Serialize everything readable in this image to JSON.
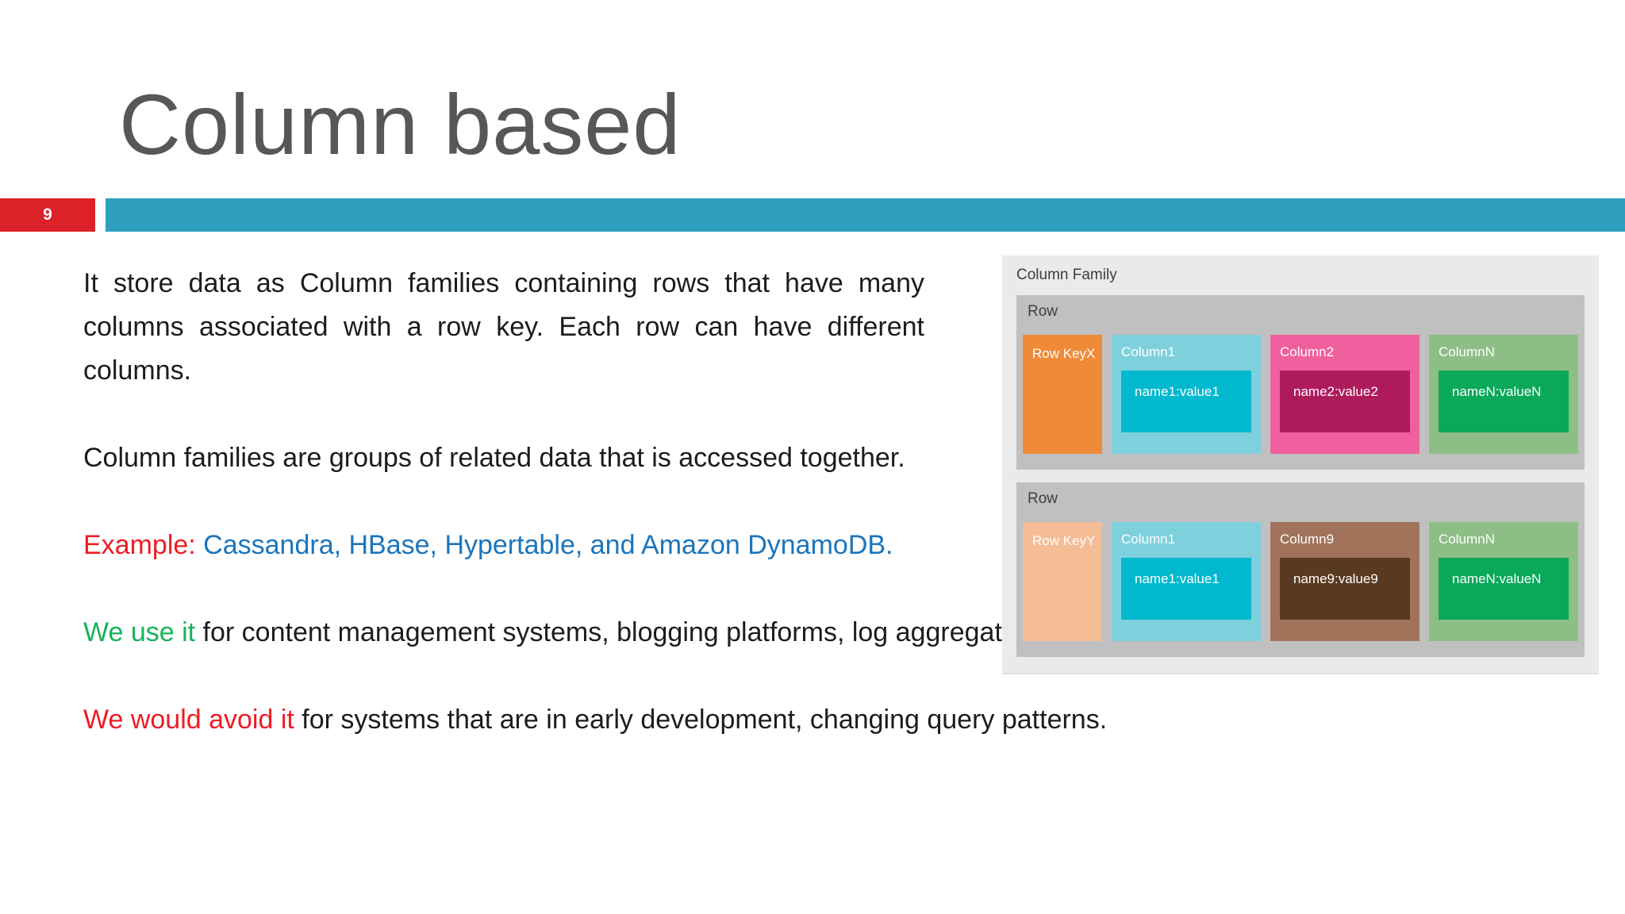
{
  "slide": {
    "title": "Column based",
    "page_number": "9",
    "colors": {
      "title_gray": "#575757",
      "accent_red": "#DD2128",
      "accent_teal": "#2E9FBE",
      "body_text": "#1C1C1C",
      "example_red": "#ED1C24",
      "database_blue": "#1B75BC",
      "use_green": "#16B259",
      "avoid_red": "#ED1C24"
    },
    "body": {
      "p1": "It store data as Column families containing rows that have many columns associated with a row key. Each row can have different columns.",
      "p2": "Column families are groups of related data that is accessed together.",
      "example_label": "Example:",
      "example_text": " Cassandra, HBase, Hypertable, and Amazon DynamoDB.",
      "use_label": "We use it",
      "use_text": " for content management systems, blogging platforms, log aggregation.",
      "avoid_label": "We would avoid it",
      "avoid_text": " for systems that are in early development, changing query patterns."
    },
    "diagram": {
      "title": "Column Family",
      "panel_bg": "#EAEAEA",
      "row_bg": "#C0C0C0",
      "label_color": "#3F3F3F",
      "rows": [
        {
          "label": "Row",
          "key": {
            "text": "Row KeyX",
            "bg": "#EF8B38"
          },
          "columns": [
            {
              "label": "Column1",
              "value": "name1:value1",
              "bg": "#7FD0DD",
              "value_bg": "#00B9CE"
            },
            {
              "label": "Column2",
              "value": "name2:value2",
              "bg": "#F0609E",
              "value_bg": "#AE1B5C"
            },
            {
              "label": "ColumnN",
              "value": "nameN:valueN",
              "bg": "#8DBE86",
              "value_bg": "#0AA859"
            }
          ]
        },
        {
          "label": "Row",
          "key": {
            "text": "Row KeyY",
            "bg": "#F4BD96"
          },
          "columns": [
            {
              "label": "Column1",
              "value": "name1:value1",
              "bg": "#7FD0DD",
              "value_bg": "#00B9CE"
            },
            {
              "label": "Column9",
              "value": "name9:value9",
              "bg": "#A1735A",
              "value_bg": "#593A20"
            },
            {
              "label": "ColumnN",
              "value": "nameN:valueN",
              "bg": "#8DBE86",
              "value_bg": "#0AA859"
            }
          ]
        }
      ]
    }
  }
}
